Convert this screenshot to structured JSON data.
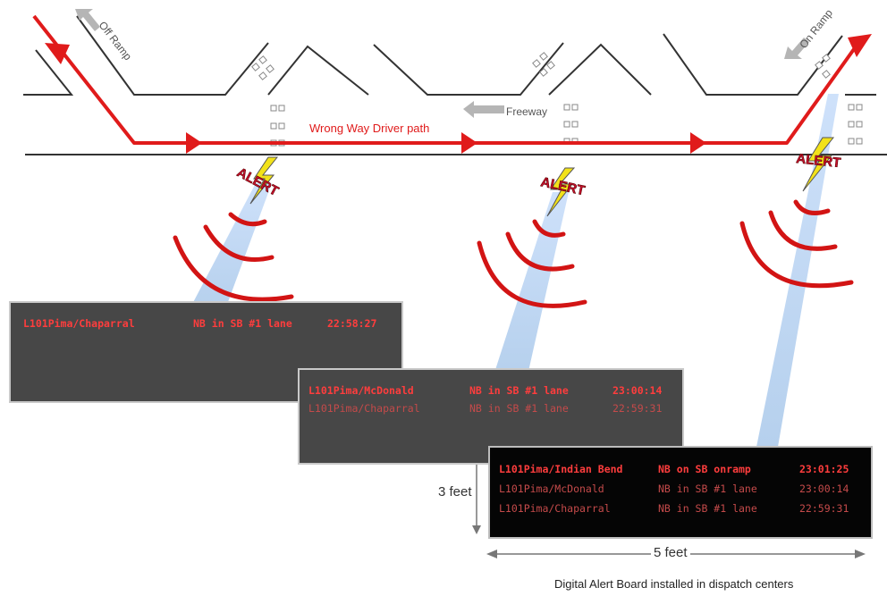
{
  "labels": {
    "off_ramp": "Off Ramp",
    "on_ramp": "On Ramp",
    "freeway": "Freeway",
    "wrong_way_path": "Wrong Way Driver path",
    "alert": "ALERT",
    "height": "3 feet",
    "width": "5 feet",
    "caption": "Digital Alert Board installed in dispatch centers"
  },
  "boards": [
    {
      "rows": [
        {
          "location": "L101Pima/Chaparral",
          "status": "NB in SB #1 lane",
          "time": "22:58:27",
          "emphasis": "bright"
        }
      ]
    },
    {
      "rows": [
        {
          "location": "L101Pima/McDonald",
          "status": "NB in SB #1 lane",
          "time": "23:00:14",
          "emphasis": "bright"
        },
        {
          "location": "L101Pima/Chaparral",
          "status": "NB in SB #1 lane",
          "time": "22:59:31",
          "emphasis": "dim"
        }
      ]
    },
    {
      "rows": [
        {
          "location": "L101Pima/Indian Bend",
          "status": "NB on SB onramp",
          "time": "23:01:25",
          "emphasis": "bright"
        },
        {
          "location": "L101Pima/McDonald",
          "status": "NB in SB #1 lane",
          "time": "23:00:14",
          "emphasis": "dim"
        },
        {
          "location": "L101Pima/Chaparral",
          "status": "NB in SB #1 lane",
          "time": "22:59:31",
          "emphasis": "dim"
        }
      ]
    }
  ],
  "colors": {
    "path_red": "#e01b1b",
    "alert_red": "#c8102e",
    "lightning_yellow": "#f2e21a",
    "beam_blue": "#b9d3ee",
    "road_gray": "#333333",
    "arrow_gray": "#b5b5b5"
  }
}
